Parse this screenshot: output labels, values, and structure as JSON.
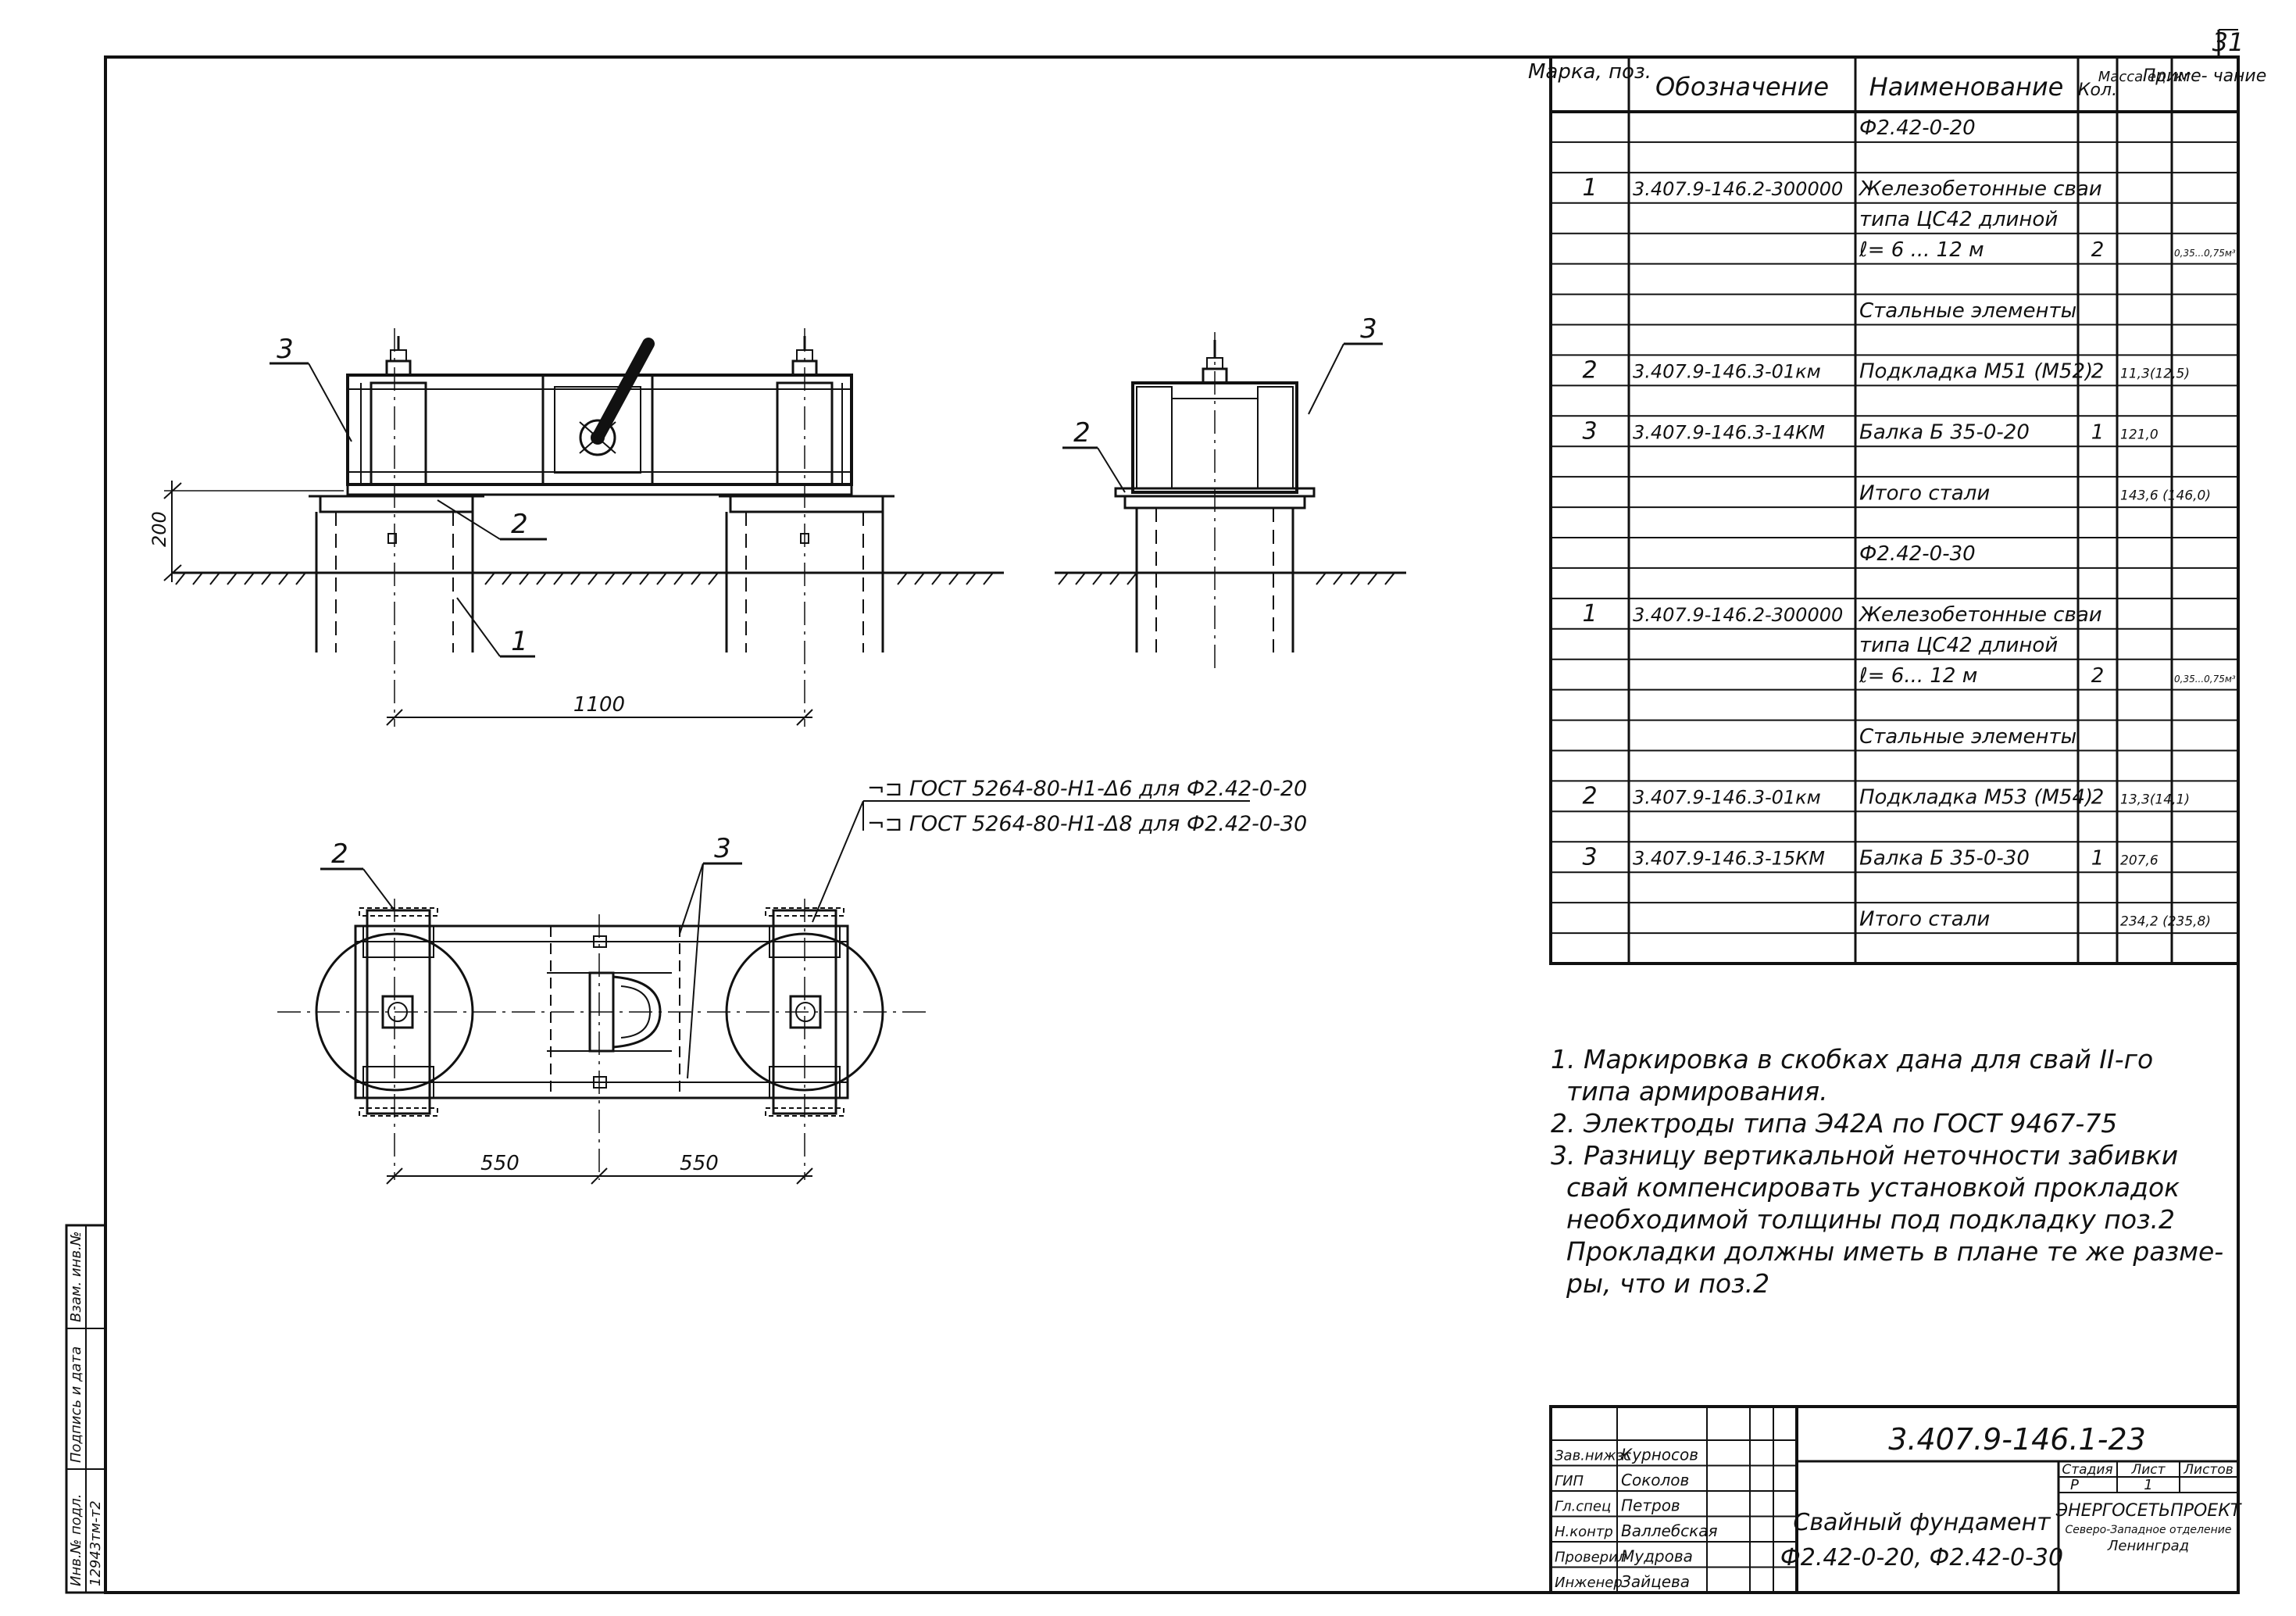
{
  "sheet_number": "31",
  "spec_table": {
    "headers": {
      "mark": "Марка, поз.",
      "designation": "Обозначение",
      "name": "Наименование",
      "qty": "Кол.",
      "mass": "Масса ед. кг",
      "note": "Приме- чание"
    },
    "rows": [
      {
        "mark": "",
        "designation": "",
        "name": "Ф2.42-0-20",
        "qty": "",
        "mass": "",
        "note": ""
      },
      {
        "mark": "",
        "designation": "",
        "name": "",
        "qty": "",
        "mass": "",
        "note": ""
      },
      {
        "mark": "1",
        "designation": "3.407.9-146.2-300000",
        "name": "Железобетонные сваи",
        "qty": "",
        "mass": "",
        "note": ""
      },
      {
        "mark": "",
        "designation": "",
        "name": "типа ЦС42 длиной",
        "qty": "",
        "mass": "",
        "note": ""
      },
      {
        "mark": "",
        "designation": "",
        "name": "ℓ= 6 ... 12 м",
        "qty": "2",
        "mass": "",
        "note": "0,35...0,75м³"
      },
      {
        "mark": "",
        "designation": "",
        "name": "",
        "qty": "",
        "mass": "",
        "note": ""
      },
      {
        "mark": "",
        "designation": "",
        "name": "Стальные элементы",
        "qty": "",
        "mass": "",
        "note": ""
      },
      {
        "mark": "",
        "designation": "",
        "name": "",
        "qty": "",
        "mass": "",
        "note": ""
      },
      {
        "mark": "2",
        "designation": "3.407.9-146.3-01км",
        "name": "Подкладка М51 (М52)",
        "qty": "2",
        "mass": "11,3(12,5)",
        "note": ""
      },
      {
        "mark": "",
        "designation": "",
        "name": "",
        "qty": "",
        "mass": "",
        "note": ""
      },
      {
        "mark": "3",
        "designation": "3.407.9-146.3-14КМ",
        "name": "Балка Б 35-0-20",
        "qty": "1",
        "mass": "121,0",
        "note": ""
      },
      {
        "mark": "",
        "designation": "",
        "name": "",
        "qty": "",
        "mass": "",
        "note": ""
      },
      {
        "mark": "",
        "designation": "",
        "name": "Итого стали",
        "qty": "",
        "mass": "143,6 (146,0)",
        "note": ""
      },
      {
        "mark": "",
        "designation": "",
        "name": "",
        "qty": "",
        "mass": "",
        "note": ""
      },
      {
        "mark": "",
        "designation": "",
        "name": "Ф2.42-0-30",
        "qty": "",
        "mass": "",
        "note": ""
      },
      {
        "mark": "",
        "designation": "",
        "name": "",
        "qty": "",
        "mass": "",
        "note": ""
      },
      {
        "mark": "1",
        "designation": "3.407.9-146.2-300000",
        "name": "Железобетонные сваи",
        "qty": "",
        "mass": "",
        "note": ""
      },
      {
        "mark": "",
        "designation": "",
        "name": "типа ЦС42 длиной",
        "qty": "",
        "mass": "",
        "note": ""
      },
      {
        "mark": "",
        "designation": "",
        "name": "ℓ= 6... 12 м",
        "qty": "2",
        "mass": "",
        "note": "0,35...0,75м³"
      },
      {
        "mark": "",
        "designation": "",
        "name": "",
        "qty": "",
        "mass": "",
        "note": ""
      },
      {
        "mark": "",
        "designation": "",
        "name": "Стальные элементы",
        "qty": "",
        "mass": "",
        "note": ""
      },
      {
        "mark": "",
        "designation": "",
        "name": "",
        "qty": "",
        "mass": "",
        "note": ""
      },
      {
        "mark": "2",
        "designation": "3.407.9-146.3-01км",
        "name": "Подкладка М53 (М54)",
        "qty": "2",
        "mass": "13,3(14,1)",
        "note": ""
      },
      {
        "mark": "",
        "designation": "",
        "name": "",
        "qty": "",
        "mass": "",
        "note": ""
      },
      {
        "mark": "3",
        "designation": "3.407.9-146.3-15КМ",
        "name": "Балка Б 35-0-30",
        "qty": "1",
        "mass": "207,6",
        "note": ""
      },
      {
        "mark": "",
        "designation": "",
        "name": "",
        "qty": "",
        "mass": "",
        "note": ""
      },
      {
        "mark": "",
        "designation": "",
        "name": "Итого стали",
        "qty": "",
        "mass": "234,2 (235,8)",
        "note": ""
      },
      {
        "mark": "",
        "designation": "",
        "name": "",
        "qty": "",
        "mass": "",
        "note": ""
      }
    ]
  },
  "notes": [
    "1. Маркировка в скобках дана для свай II-го",
    "типа армирования.",
    "2. Электроды типа Э42А по ГОСТ 9467-75",
    "3. Разницу вертикальной неточности забивки",
    "свай компенсировать установкой прокладок",
    "необходимой толщины под подкладку поз.2",
    "Прокладки должны иметь в плане те же разме-",
    "ры, что и поз.2"
  ],
  "weld_notes": [
    "ГОСТ 5264-80-Н1-Δ6 для Ф2.42-0-20",
    "ГОСТ 5264-80-Н1-Δ8 для Ф2.42-0-30"
  ],
  "dimensions": {
    "height": "200",
    "span": "1100",
    "half_left": "550",
    "half_right": "550"
  },
  "callouts": {
    "front_beam": "3",
    "front_pad": "2",
    "front_pile": "1",
    "side_beam": "3",
    "side_pad": "2",
    "plan_pad": "2",
    "plan_beam": "3"
  },
  "title_block": {
    "code": "3.407.9-146.1-23",
    "title_line1": "Свайный фундамент",
    "title_line2": "Ф2.42-0-20, Ф2.42-0-30",
    "stage_label": "Стадия",
    "sheet_label": "Лист",
    "sheets_label": "Листов",
    "stage": "Р",
    "sheet": "1",
    "org_line1": "ЭНЕРГОСЕТЬПРОЕКТ",
    "org_line2": "Северо-Западное отделение",
    "org_line3": "Ленинград",
    "roles": [
      "Зав.нижзс",
      "ГИП",
      "Гл.спец",
      "Н.контр",
      "Проверил",
      "Инженер"
    ],
    "names": [
      "Курносов",
      "Соколов",
      "Петров",
      "Валлебская",
      "Мудрова",
      "Зайцева"
    ]
  },
  "side_stamp": {
    "labels": [
      "Инв.№ подл.",
      "Подпись и дата",
      "Взам. инв.№"
    ],
    "inv_number": "12943тм-т2"
  }
}
